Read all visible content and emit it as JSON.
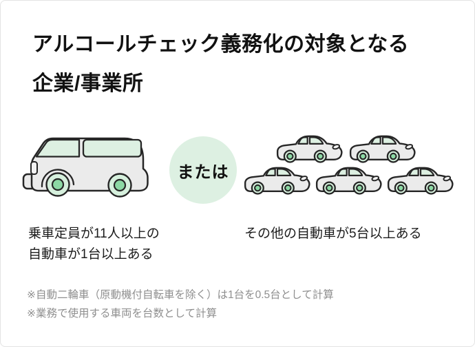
{
  "card": {
    "title_line1": "アルコールチェック義務化の対象となる",
    "title_line2": "企業/事業所"
  },
  "or_badge": {
    "label": "または"
  },
  "left_option": {
    "icon": "van-icon",
    "vehicle_count": 1,
    "caption_line1": "乗車定員が11人以上の",
    "caption_line2": "自動車が1台以上ある"
  },
  "right_option": {
    "icon": "car-icon",
    "vehicle_count": 5,
    "caption": "その他の自動車が5台以上ある"
  },
  "footnotes": {
    "line1": "※自動二輪車（原動機付自転車を除く）は1台を0.5台として計算",
    "line2": "※業務で使用する車両を台数として計算"
  },
  "colors": {
    "mint": "#ddf0e2",
    "green": "#8cd9a4",
    "vehicle_body": "#ebebeb",
    "outline": "#262626",
    "footnote_gray": "#8f8f8f",
    "title_ink": "#111111"
  }
}
